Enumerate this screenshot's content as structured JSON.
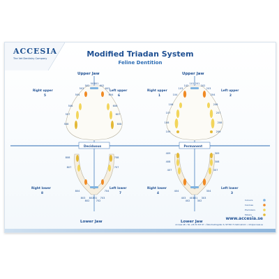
{
  "brand": {
    "logo_text": "ACCESIA",
    "tagline": "The Vet Dentistry Company",
    "website": "www.accesia.se",
    "contact": "Accesia AB • Tel +46 30 303 97 • Östermalmsgatan 6, SE 582 71 Katrineholm • info@accesia.se"
  },
  "title": "Modified Triadan System",
  "subtitle": "Feline Dentition",
  "labels": {
    "upper_jaw_left": "Upper Jaw",
    "upper_jaw_right": "Upper Jaw",
    "lower_jaw_left": "Lower Jaw",
    "lower_jaw_right": "Lower Jaw",
    "deciduous": "Deciduous",
    "permanent": "Permanent"
  },
  "quadrants": {
    "d_right_upper": {
      "name": "Right upper",
      "number": "5"
    },
    "d_left_upper": {
      "name": "Left upper",
      "number": "6"
    },
    "p_right_upper": {
      "name": "Right upper",
      "number": "1"
    },
    "p_left_upper": {
      "name": "Left upper",
      "number": "2"
    },
    "d_right_lower": {
      "name": "Right lower",
      "number": "8"
    },
    "d_left_lower": {
      "name": "Left lower",
      "number": "7"
    },
    "p_right_lower": {
      "name": "Right lower",
      "number": "4"
    },
    "p_left_lower": {
      "name": "Left lower",
      "number": "3"
    }
  },
  "teeth": {
    "deciduous_upper": [
      "501",
      "502",
      "503",
      "504",
      "506",
      "507",
      "508",
      "601",
      "602",
      "603",
      "604",
      "606",
      "607",
      "608"
    ],
    "deciduous_lower": [
      "701",
      "702",
      "703",
      "704",
      "707",
      "708",
      "801",
      "802",
      "803",
      "804",
      "807",
      "808"
    ],
    "permanent_upper": [
      "101",
      "102",
      "103",
      "104",
      "106",
      "107",
      "108",
      "109",
      "201",
      "202",
      "203",
      "204",
      "206",
      "207",
      "208",
      "209"
    ],
    "permanent_lower": [
      "301",
      "302",
      "303",
      "304",
      "307",
      "308",
      "309",
      "401",
      "402",
      "403",
      "404",
      "407",
      "408",
      "409"
    ]
  },
  "legend": [
    {
      "name": "Incisors",
      "color": "#7fb3e0"
    },
    {
      "name": "Canines",
      "color": "#f08a24"
    },
    {
      "name": "Premolars",
      "color": "#f2d55a"
    },
    {
      "name": "Molars",
      "color": "#e3b834"
    }
  ],
  "colors": {
    "brand_blue": "#1e4f92",
    "canine": "#f08a24",
    "premolar": "#f2d55a",
    "incisor": "#7fb3e0"
  }
}
